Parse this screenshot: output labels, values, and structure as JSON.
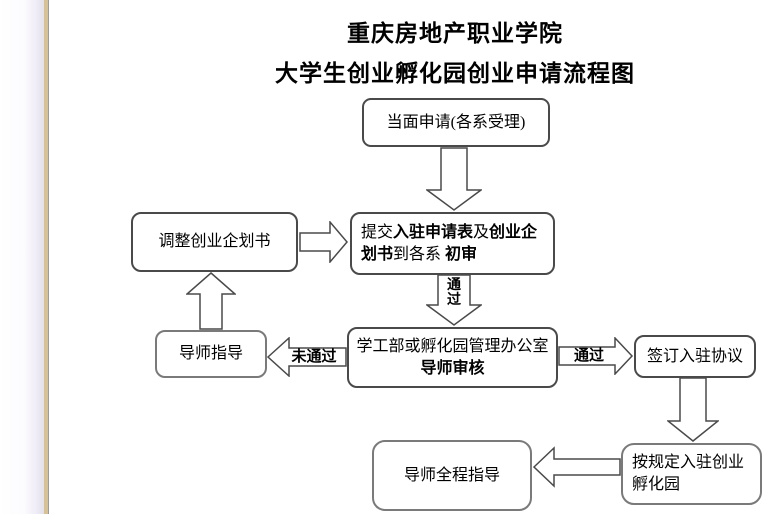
{
  "page": {
    "title_line1": "重庆房地产职业学院",
    "title_line2": "大学生创业孵化园创业申请流程图"
  },
  "flowchart": {
    "apply": {
      "label": "当面申请(各系受理)"
    },
    "adjust": {
      "label": "调整创业企划书"
    },
    "submit": {
      "segments": [
        "提交",
        "入驻申请表",
        "及",
        "创业企划书",
        "到各系 ",
        "初审"
      ]
    },
    "review": {
      "line1": "学工部或孵化园管理办公室",
      "line2": "导师审核"
    },
    "mentor": {
      "label": "导师指导"
    },
    "sign": {
      "label": "签订入驻协议"
    },
    "settle": {
      "label": "按规定入驻创业孵化园"
    },
    "full_guidance": {
      "label": "导师全程指导"
    },
    "edge_labels": {
      "pass_vertical": "通过",
      "fail": "未通过",
      "pass": "通过"
    }
  },
  "colors": {
    "box_border_dark": "#4a4a4a",
    "box_border_light": "#7a7a7a",
    "arrow_stroke": "#4a4a4a",
    "page_edge_tan": "#d7c298",
    "page_edge_gray": "#9b9b9b"
  }
}
